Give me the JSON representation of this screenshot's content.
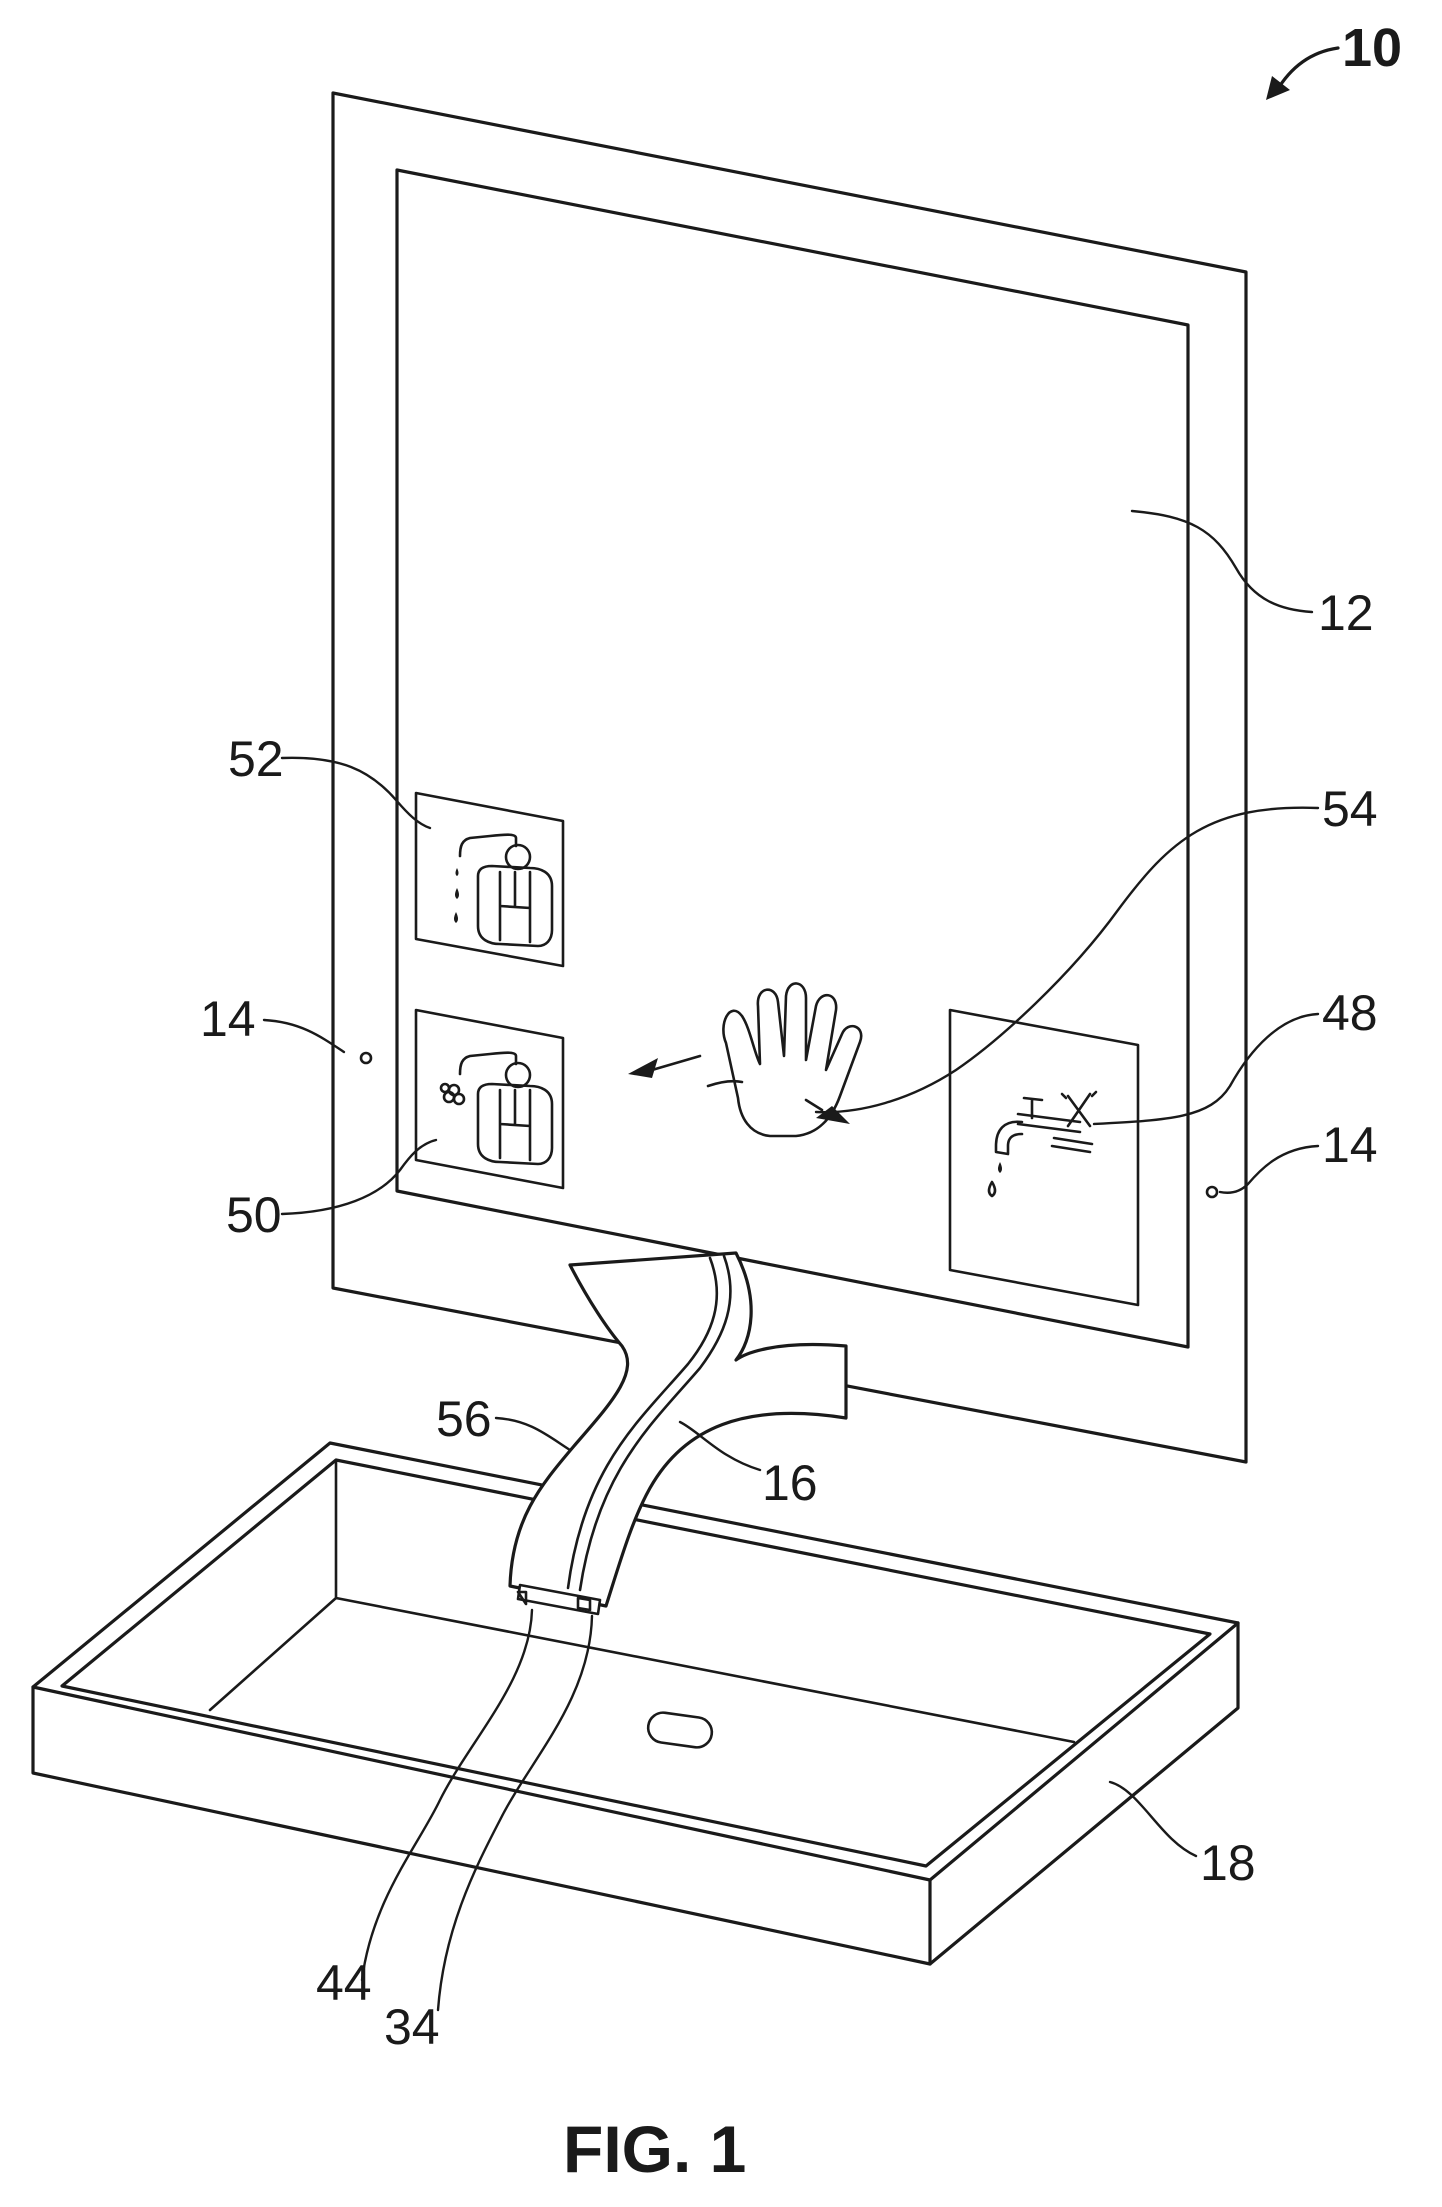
{
  "figure": {
    "caption": "FIG. 1",
    "assembly_ref": "10",
    "labels": {
      "mirror": "12",
      "sensor_left": "14",
      "sensor_right": "14",
      "spout": "16",
      "basin": "18",
      "nozzle_a": "34",
      "nozzle_b": "44",
      "faucet_icon": "48",
      "soap_foam_icon": "50",
      "soap_liquid_icon": "52",
      "gesture": "54",
      "channel": "56"
    }
  }
}
